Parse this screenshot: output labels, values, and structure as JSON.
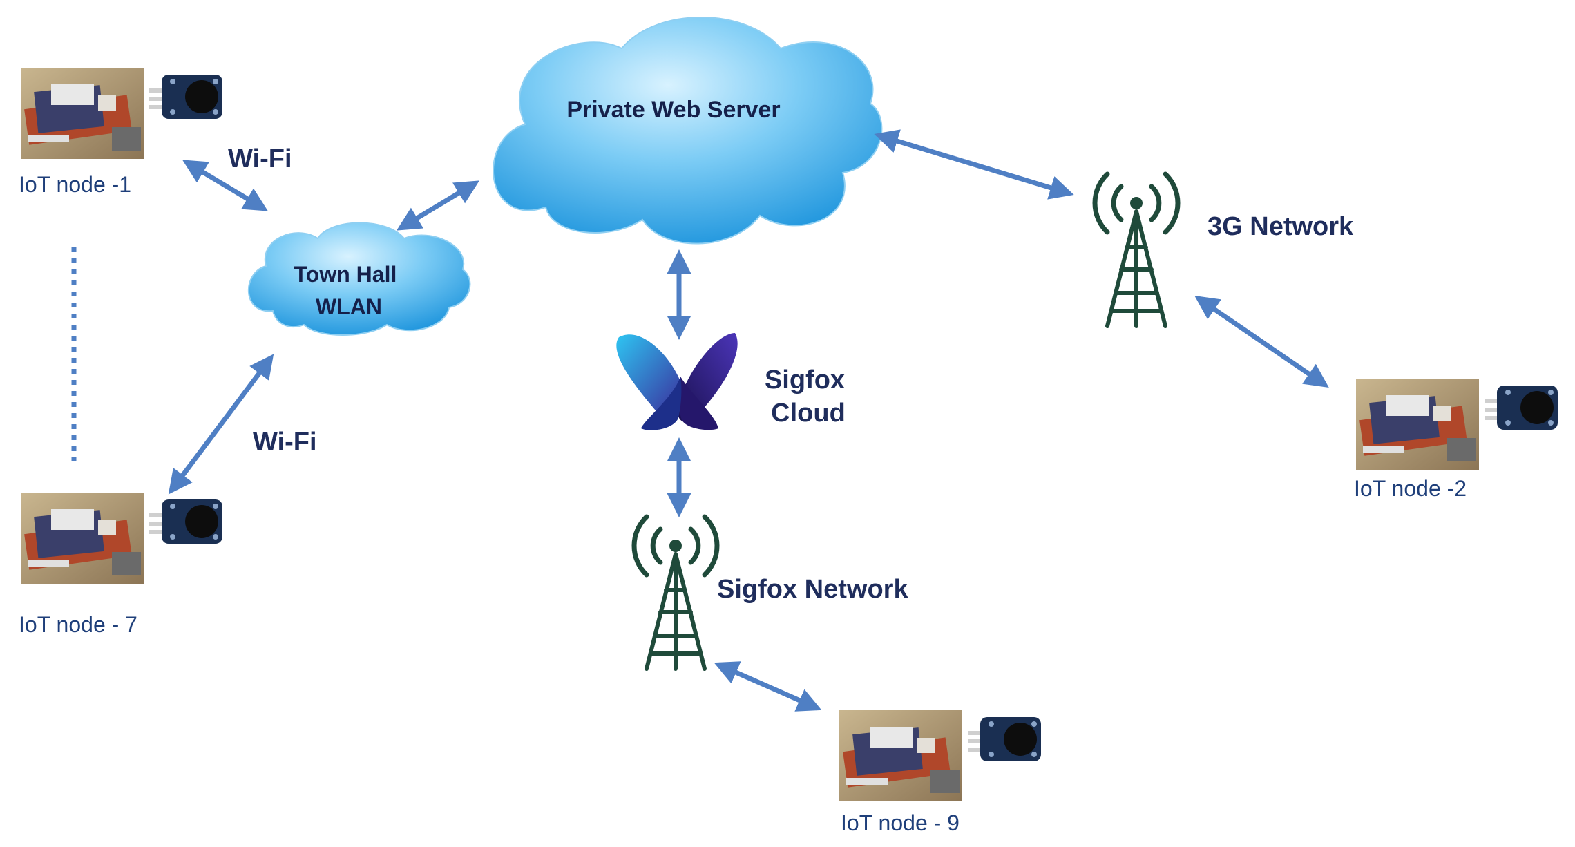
{
  "cloud_server": {
    "label": "Private Web Server"
  },
  "cloud_wlan": {
    "line1": "Town Hall",
    "line2": "WLAN"
  },
  "sigfox_cloud": {
    "line1": "Sigfox",
    "line2": "Cloud"
  },
  "towers": {
    "network_3g": "3G Network",
    "sigfox_network": "Sigfox Network"
  },
  "links": {
    "wifi_top": "Wi-Fi",
    "wifi_bottom": "Wi-Fi"
  },
  "nodes": [
    {
      "label": "IoT node -1"
    },
    {
      "label": "IoT node - 7"
    },
    {
      "label": "IoT node -2"
    },
    {
      "label": "IoT node - 9"
    }
  ],
  "colors": {
    "arrow": "#4f7fc4",
    "label_dark": "#1f2d5c",
    "cloud_light": "#a9e0fb",
    "cloud_dark": "#1b9be0",
    "tower": "#1f4a3a"
  },
  "icons": [
    "cloud-icon",
    "sigfox-logo-icon",
    "cell-tower-icon",
    "iot-board-icon",
    "sensor-module-icon",
    "double-arrow-icon"
  ]
}
